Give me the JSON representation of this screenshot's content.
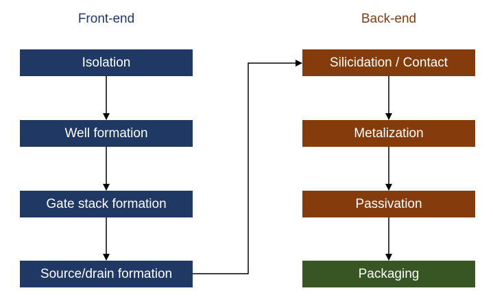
{
  "front_end": {
    "title": "Front-end",
    "steps": [
      "Isolation",
      "Well formation",
      "Gate stack formation",
      "Source/drain formation"
    ]
  },
  "back_end": {
    "title": "Back-end",
    "steps": [
      "Silicidation / Contact",
      "Metalization",
      "Passivation",
      "Packaging"
    ]
  },
  "colors": {
    "front_end": "#1f3864",
    "back_end": "#843c0c",
    "packaging": "#375623",
    "arrow": "#000000"
  }
}
